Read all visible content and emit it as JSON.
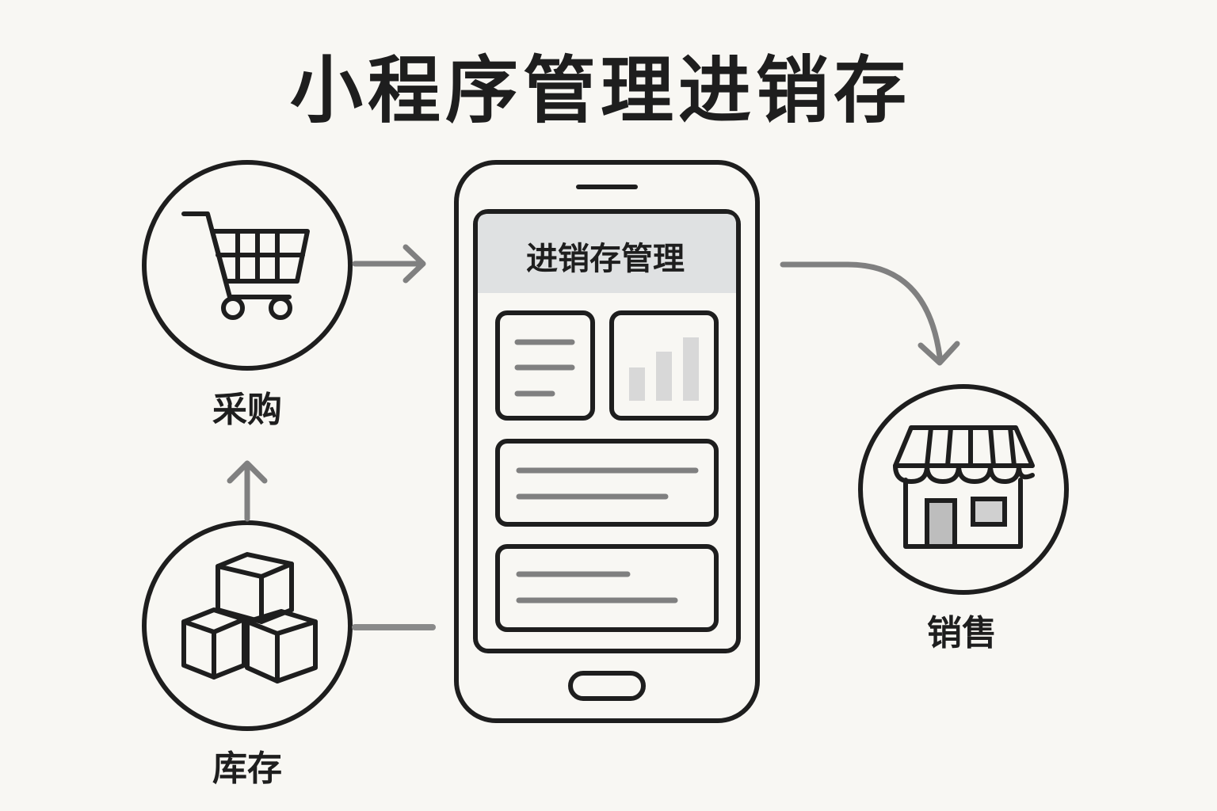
{
  "title": "小程序管理进销存",
  "phone": {
    "header": "进销存管理"
  },
  "nodes": {
    "purchase": {
      "label": "采购",
      "icon": "shopping-cart-icon"
    },
    "inventory": {
      "label": "库存",
      "icon": "boxes-icon"
    },
    "sales": {
      "label": "销售",
      "icon": "storefront-icon"
    }
  },
  "colors": {
    "background": "#f8f7f3",
    "ink": "#1e1e1e",
    "arrow": "#808080",
    "header_bg": "#dfe1e2"
  }
}
